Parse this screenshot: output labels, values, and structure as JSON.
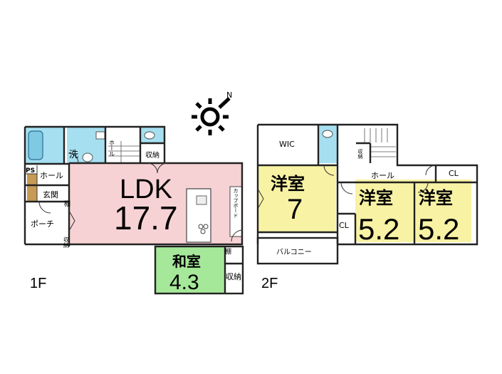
{
  "compass": {
    "north": "N"
  },
  "floor1": {
    "floor_label": "1F",
    "ldk_name": "LDK",
    "ldk_size": "17.7",
    "washroom": "洗",
    "hall": "ホール",
    "hall_small": "ホール",
    "storage_top": "収納",
    "ps": "PS",
    "entrance": "玄関",
    "shelf_left": "棚",
    "porch": "ポーチ",
    "storage_left": "収納",
    "cupboard": "カップボード",
    "shelf_right": "棚",
    "japanese_name": "和室",
    "japanese_size": "4.3",
    "japanese_storage": "収納"
  },
  "floor2": {
    "floor_label": "2F",
    "wic": "WIC",
    "room_main_name": "洋室",
    "room_main_size": "7",
    "storage_small": "収納",
    "hall": "ホール",
    "cl_top": "CL",
    "cl_left": "CL",
    "room2_name": "洋室",
    "room2_size": "5.2",
    "room3_name": "洋室",
    "room3_size": "5.2",
    "balcony": "バルコニー"
  },
  "colors": {
    "bath": "#a6dff0",
    "ldk": "#f7d2d4",
    "japanese": "#a6e89a",
    "west_room": "#f8f2a4",
    "entrance_floor": "#c79a55",
    "wall": "#222222"
  }
}
